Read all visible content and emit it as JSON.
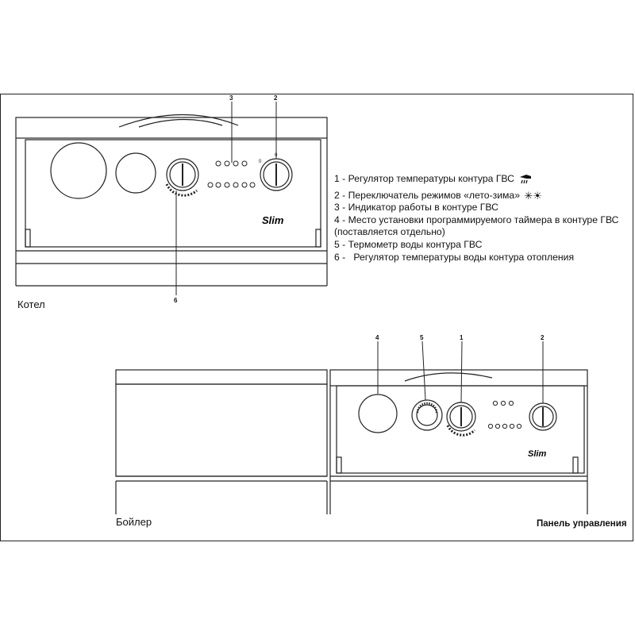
{
  "legend": [
    {
      "num": "1",
      "text": "Регулятор температуры контура ГВС",
      "icon": "tap-water-icon"
    },
    {
      "num": "2",
      "text": "Переключатель режимов «лето-зима»",
      "icon": "sun-snowflake-icon"
    },
    {
      "num": "3",
      "text": "Индикатор работы в контуре ГВС"
    },
    {
      "num": "4",
      "text": "Место установки программируемого таймера в контуре ГВС (поставляется отдельно)"
    },
    {
      "num": "5",
      "text": "Термометр воды контура ГВС"
    },
    {
      "num": "6",
      "text": "Регулятор температуры воды контура отопления"
    }
  ],
  "captions": {
    "boiler_top": "Котел",
    "boiler_bottom": "Бойлер",
    "control_panel": "Панель управления"
  },
  "callouts": {
    "top": [
      "3",
      "2",
      "6"
    ],
    "bottom": [
      "4",
      "5",
      "1",
      "2"
    ]
  },
  "brand": "Slim",
  "dial_marks": {
    "mode_left": "0",
    "mode_top": "0"
  }
}
